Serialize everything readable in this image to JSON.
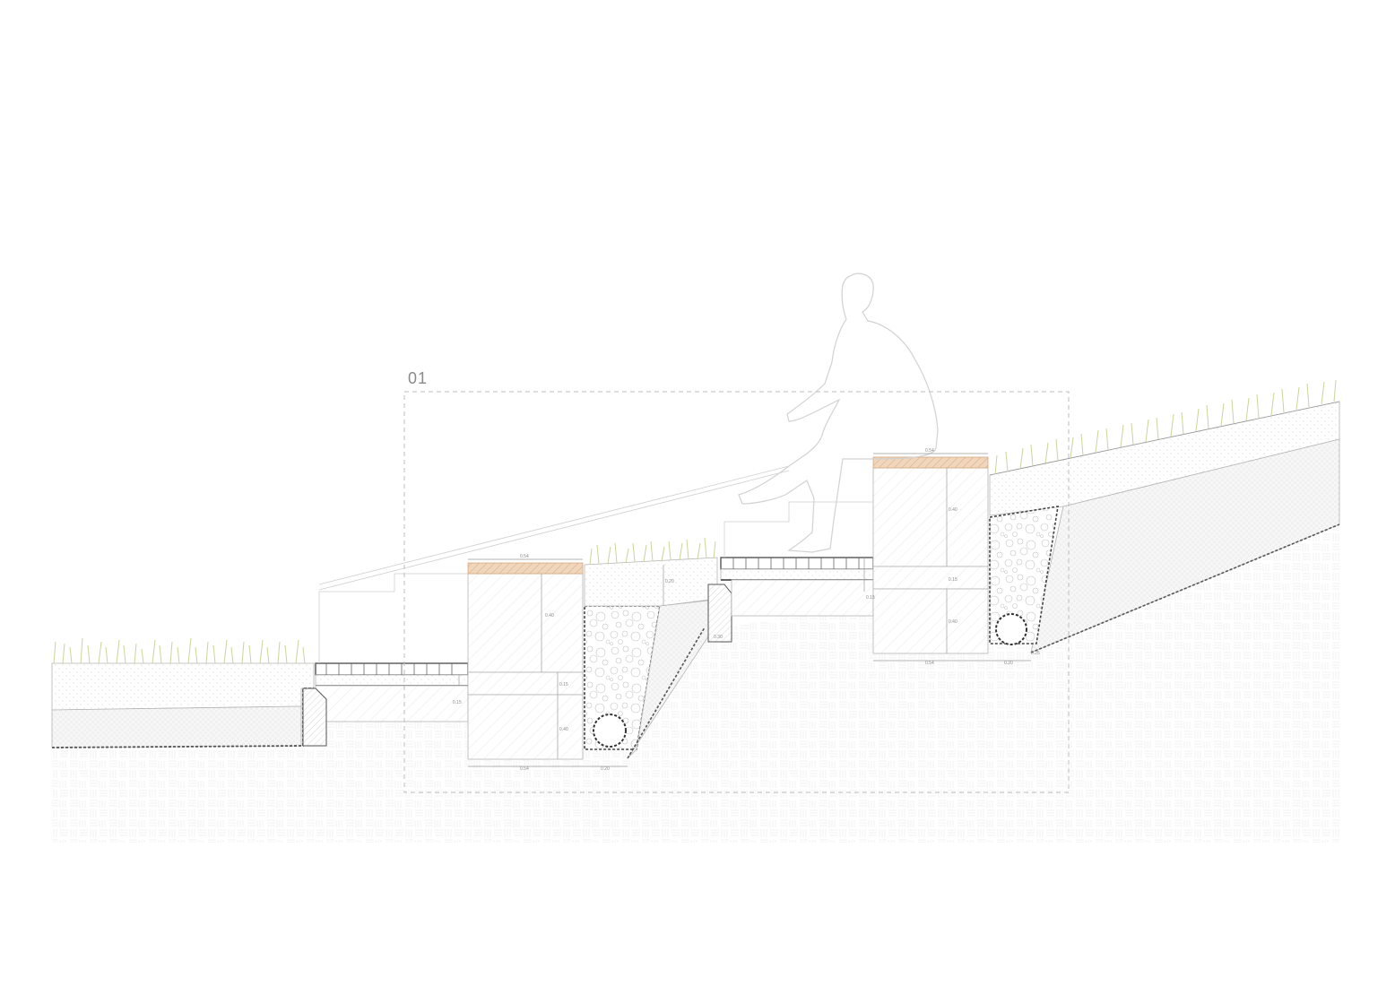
{
  "detail": {
    "label": "01"
  },
  "dimensions": {
    "lower_block": {
      "width": "0.54",
      "channel": "0.20",
      "seat": "0.54",
      "h_top": "0.40",
      "h_mid": "0.15",
      "h_bot": "0.40",
      "paving_side": "0.20",
      "paving_base": "0.15"
    },
    "upper_block": {
      "width": "0.54",
      "channel": "0.20",
      "seat": "0.54",
      "h_top": "0.40",
      "h_mid": "0.15",
      "h_bot": "0.40",
      "paving_side": "0.15"
    },
    "retaining_wall": {
      "width": "0.30",
      "right": "0.25"
    }
  },
  "colors": {
    "grass": "#c9d49a",
    "timber_seat": "#e9c9a9",
    "line": "#b5b5b5",
    "membrane": "#555555"
  }
}
